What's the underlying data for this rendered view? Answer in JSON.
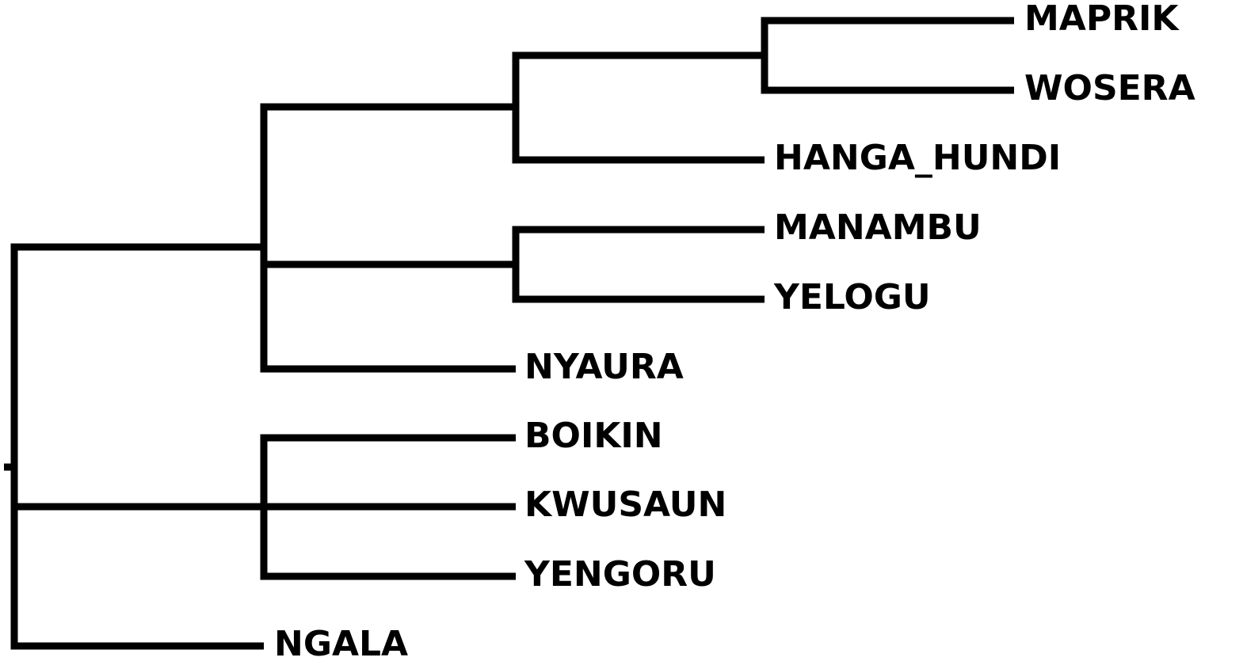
{
  "tree": {
    "leaves": [
      {
        "id": "maprik",
        "label": "MAPRIK"
      },
      {
        "id": "wosera",
        "label": "WOSERA"
      },
      {
        "id": "hanga_hundi",
        "label": "HANGA_HUNDI"
      },
      {
        "id": "manambu",
        "label": "MANAMBU"
      },
      {
        "id": "yelogu",
        "label": "YELOGU"
      },
      {
        "id": "nyaura",
        "label": "NYAURA"
      },
      {
        "id": "boikin",
        "label": "BOIKIN"
      },
      {
        "id": "kwusaun",
        "label": "KWUSAUN"
      },
      {
        "id": "yengoru",
        "label": "YENGORU"
      },
      {
        "id": "ngala",
        "label": "NGALA"
      }
    ],
    "newick": "(((((MAPRIK,WOSERA),HANGA_HUNDI),(MANAMBU,YELOGU),NYAURA),(BOIKIN,KWUSAUN,YENGORU),NGALA));"
  },
  "style": {
    "line_color": "#000000",
    "text_color": "#000000",
    "background": "#ffffff"
  }
}
